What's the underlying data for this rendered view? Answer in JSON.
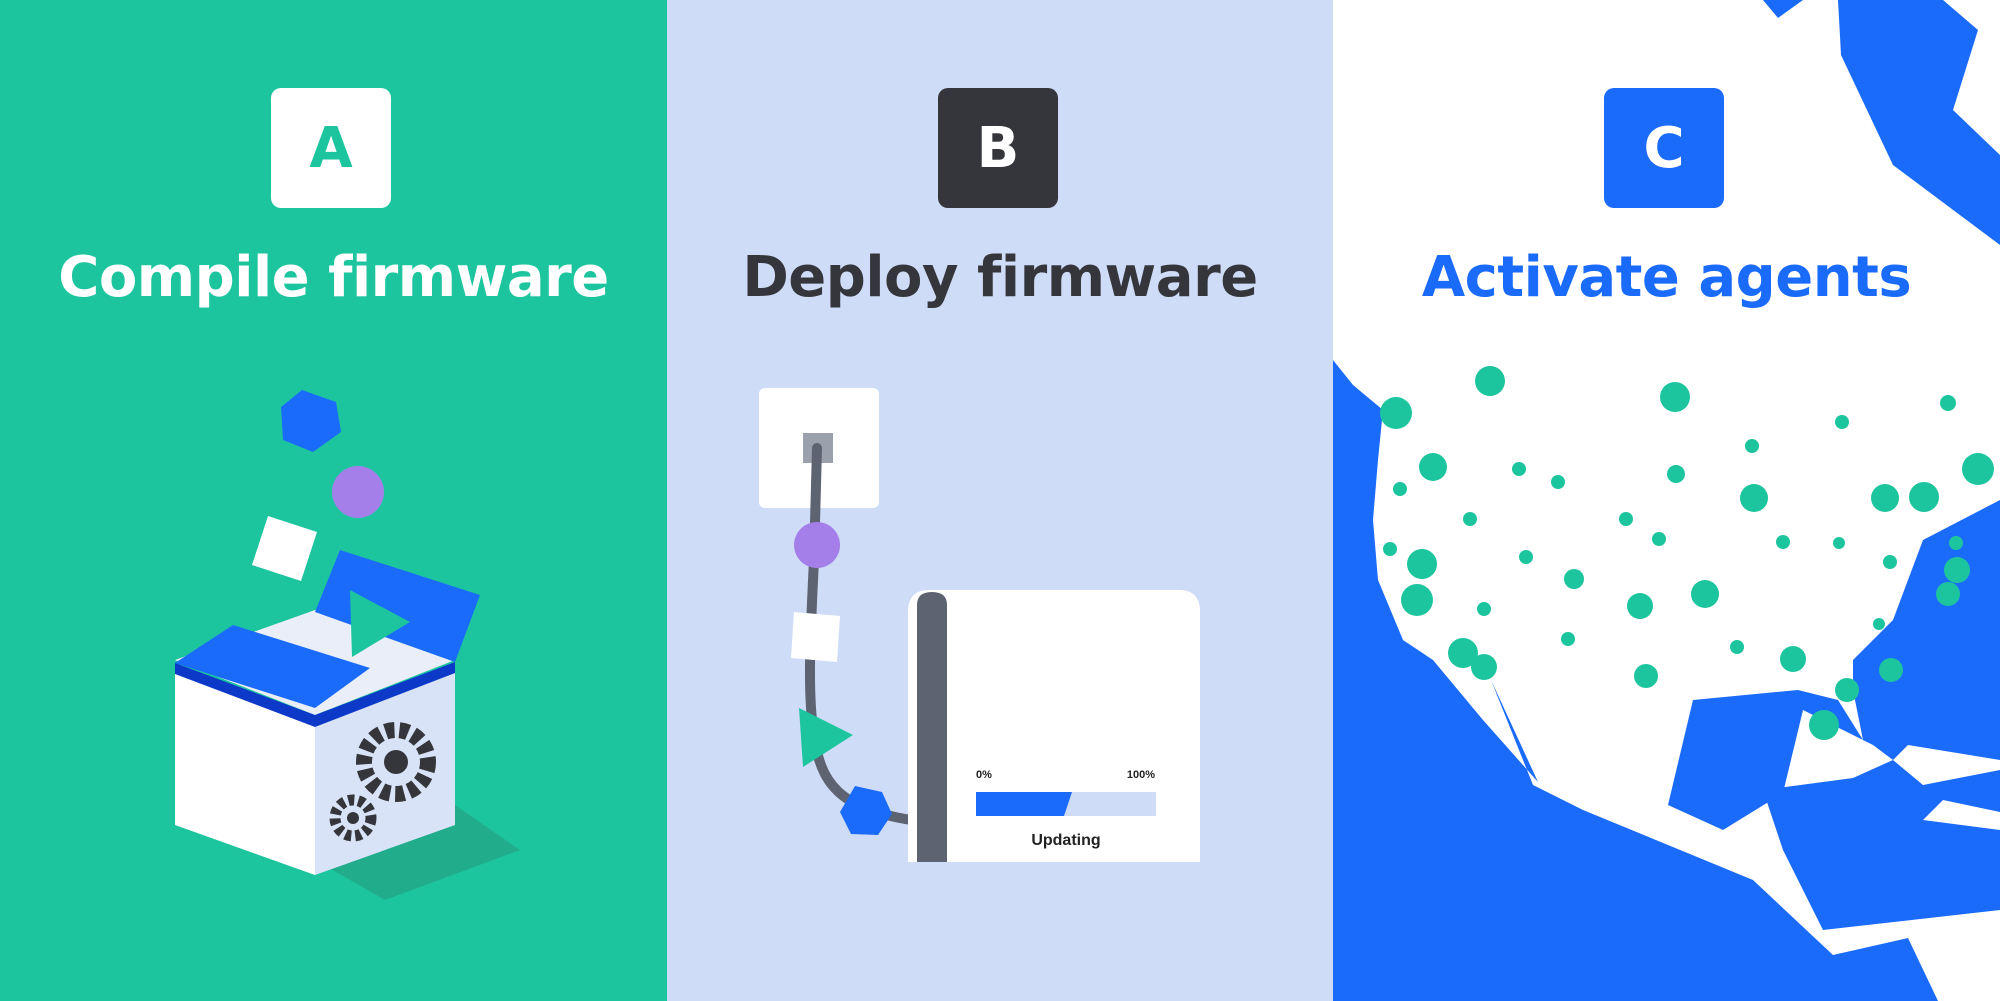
{
  "colors": {
    "green": "#1dc59f",
    "lavender": "#cfdcf7",
    "blue": "#1b6bfb",
    "dark": "#35363b",
    "purple": "#a47fe9",
    "white": "#ffffff"
  },
  "steps": [
    {
      "letter": "A",
      "title": "Compile firmware",
      "icons": [
        "hexagon-icon",
        "circle-icon",
        "square-icon",
        "triangle-icon",
        "box-icon",
        "gears-icon"
      ]
    },
    {
      "letter": "B",
      "title": "Deploy firmware",
      "progress": {
        "min_label": "0%",
        "max_label": "100%",
        "value": 0.5,
        "status": "Updating"
      },
      "icons": [
        "outlet-icon",
        "cable-icon",
        "device-icon",
        "progress-bar"
      ]
    },
    {
      "letter": "C",
      "title": "Activate agents",
      "icons": [
        "map-icon",
        "agent-dots"
      ]
    }
  ]
}
